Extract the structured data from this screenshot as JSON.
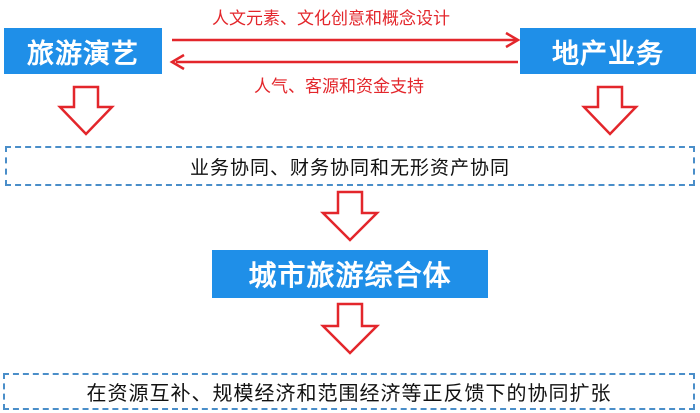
{
  "nodes": {
    "tourism_performance": "旅游演艺",
    "real_estate": "地产业务",
    "urban_complex": "城市旅游综合体"
  },
  "flows": {
    "to_real_estate": "人文元素、文化创意和概念设计",
    "to_tourism": "人气、客源和资金支持"
  },
  "bars": {
    "synergy": "业务协同、财务协同和无形资产协同",
    "expansion": "在资源互补、规模经济和范围经济等正反馈下的协同扩张"
  },
  "colors": {
    "node_fill": "#1f8fe8",
    "arrow_red": "#e3262b",
    "dash_border": "#4a8ec9"
  }
}
